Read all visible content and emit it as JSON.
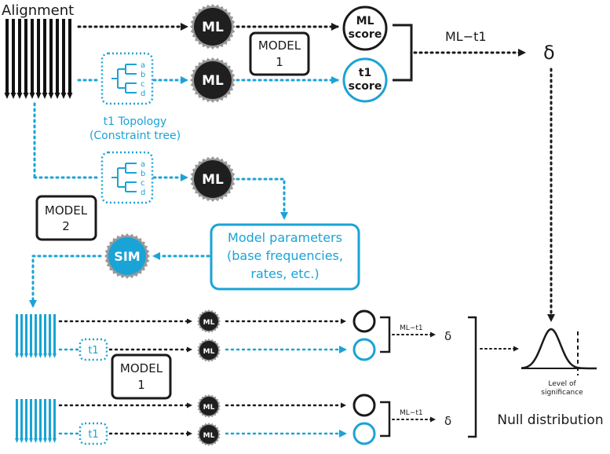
{
  "colors": {
    "black": "#1a1a1a",
    "cyan": "#1aa3d6",
    "ml_fill": "#1f1f1f",
    "sim_fill": "#1aa3d6"
  },
  "labels": {
    "alignment": "Alignment",
    "ml": "ML",
    "sim": "SIM",
    "ml_score_line1": "ML",
    "ml_score_line2": "score",
    "t1_score_line1": "t1",
    "t1_score_line2": "score",
    "model_word": "MODEL",
    "model1_number": "1",
    "model2_number": "2",
    "difference": "ML−t1",
    "delta": "δ",
    "topology_line1": "t1 Topology",
    "topology_line2": "(Constraint tree)",
    "tree_tips": [
      "a",
      "b",
      "c",
      "d"
    ],
    "params_line1": "Model parameters",
    "params_line2": "(base frequencies,",
    "params_line3": "rates, etc.)",
    "t1": "t1",
    "level_line1": "Level of",
    "level_line2": "significance",
    "null_distribution": "Null distribution"
  }
}
